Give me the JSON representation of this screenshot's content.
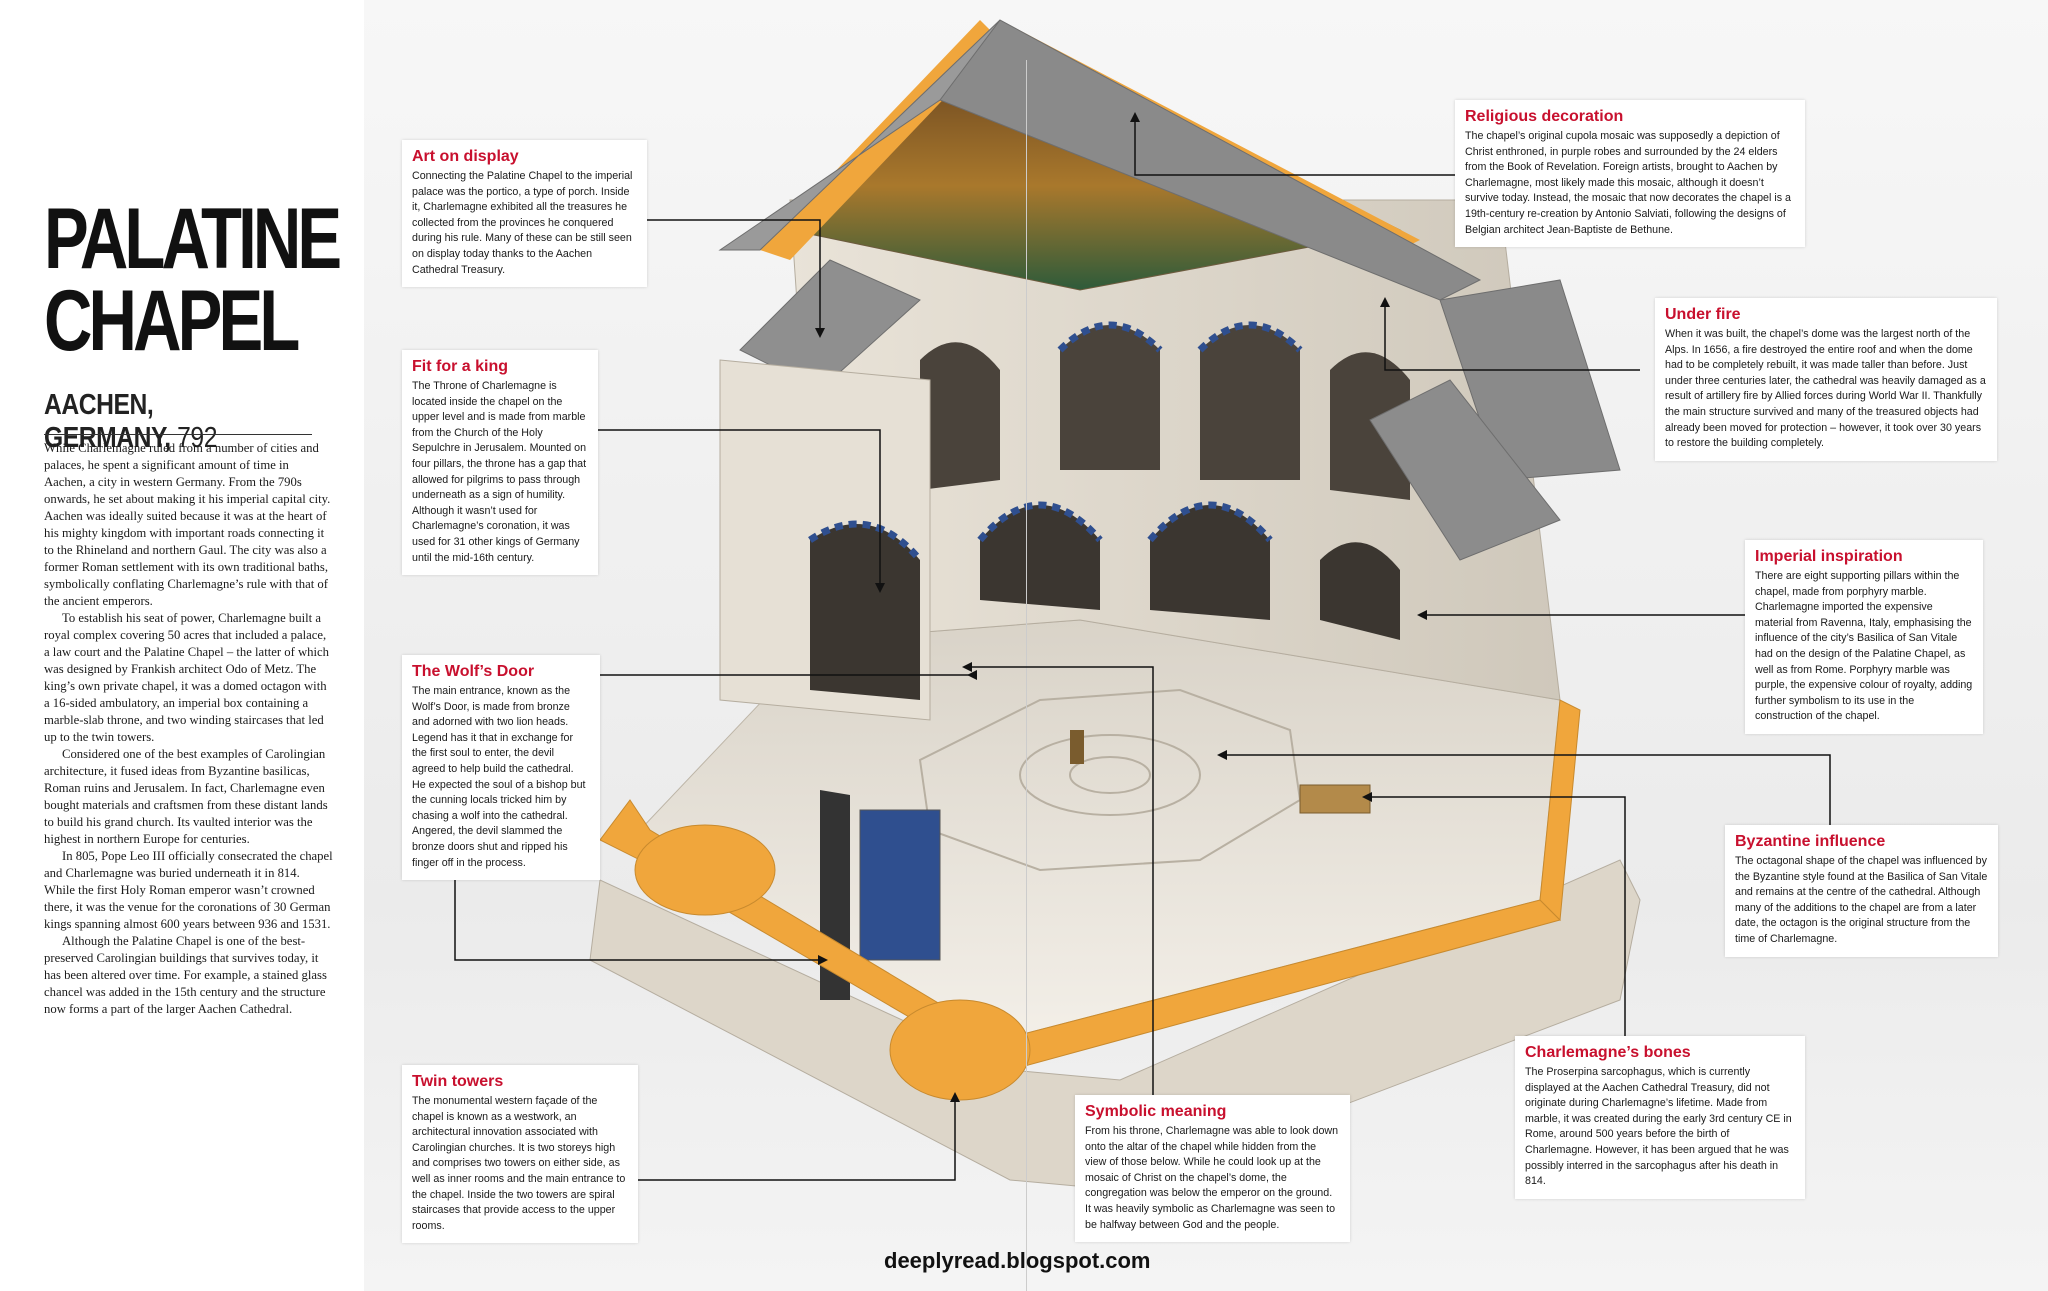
{
  "title_lines": [
    "PALATINE",
    "CHAPEL"
  ],
  "subtitle": {
    "place": "AACHEN, GERMANY,",
    "year": "792"
  },
  "intro_paragraphs": [
    "While Charlemagne ruled from a number of cities and palaces, he spent a significant amount of time in Aachen, a city in western Germany. From the 790s onwards, he set about making it his imperial capital city. Aachen was ideally suited because it was at the heart of his mighty kingdom with important roads connecting it to the Rhineland and northern Gaul. The city was also a former Roman settlement with its own traditional baths, symbolically conflating Charlemagne’s rule with that of the ancient emperors.",
    "To establish his seat of power, Charlemagne built a royal complex covering 50 acres that included a palace, a law court and the Palatine Chapel – the latter of which was designed by Frankish architect Odo of Metz. The king’s own private chapel, it was a domed octagon with a 16-sided ambulatory, an imperial box containing a marble-slab throne, and two winding staircases that led up to the twin towers.",
    "Considered one of the best examples of Carolingian architecture, it fused ideas from Byzantine basilicas, Roman ruins and Jerusalem. In fact, Charlemagne even bought materials and craftsmen from these distant lands to build his grand church. Its vaulted interior was the highest in northern Europe for centuries.",
    "In 805, Pope Leo III officially consecrated the chapel and Charlemagne was buried underneath it in 814. While the first Holy Roman emperor wasn’t crowned there, it was the venue for the coronations of 30 German kings spanning almost 600 years between 936 and 1531.",
    "Although the Palatine Chapel is one of the best-preserved Carolingian buildings that survives today, it has been altered over time. For example, a stained glass chancel was added in the 15th century and the structure now forms a part of the larger Aachen Cathedral."
  ],
  "callouts": {
    "art_on_display": {
      "heading": "Art on display",
      "text": "Connecting the Palatine Chapel to the imperial palace was the portico, a type of porch. Inside it, Charlemagne exhibited all the treasures he collected from the provinces he conquered during his rule. Many of these can be still seen on display today thanks to the Aachen Cathedral Treasury."
    },
    "fit_for_a_king": {
      "heading": "Fit for a king",
      "text": "The Throne of Charlemagne is located inside the chapel on the upper level and is made from marble from the Church of the Holy Sepulchre in Jerusalem. Mounted on four pillars, the throne has a gap that allowed for pilgrims to pass through underneath as a sign of humility. Although it wasn’t used for Charlemagne’s coronation, it was used for 31 other kings of Germany until the mid-16th century."
    },
    "wolfs_door": {
      "heading": "The Wolf’s Door",
      "text": "The main entrance, known as the Wolf’s Door, is made from bronze and adorned with two lion heads. Legend has it that in exchange for the first soul to enter, the devil agreed to help build the cathedral. He expected the soul of a bishop but the cunning locals tricked him by chasing a wolf into the cathedral. Angered, the devil slammed the bronze doors shut and ripped his finger off in the process."
    },
    "twin_towers": {
      "heading": "Twin towers",
      "text": "The monumental western façade of the chapel is known as a westwork, an architectural innovation associated with Carolingian churches. It is two storeys high and comprises two towers on either side, as well as inner rooms and the main entrance to the chapel. Inside the two towers are spiral staircases that provide access to the upper rooms."
    },
    "symbolic_meaning": {
      "heading": "Symbolic meaning",
      "text": "From his throne, Charlemagne was able to look down onto the altar of the chapel while hidden from the view of those below. While he could look up at the mosaic of Christ on the chapel’s dome, the congregation was below the emperor on the ground. It was heavily symbolic as Charlemagne was seen to be halfway between God and the people."
    },
    "religious_decoration": {
      "heading": "Religious decoration",
      "text": "The chapel’s original cupola mosaic was supposedly a depiction of Christ enthroned, in purple robes and surrounded by the 24 elders from the Book of Revelation. Foreign artists, brought to Aachen by Charlemagne, most likely made this mosaic, although it doesn’t survive today. Instead, the mosaic that now decorates the chapel is a 19th-century re-creation by Antonio Salviati, following the designs of Belgian architect Jean-Baptiste de Bethune."
    },
    "under_fire": {
      "heading": "Under fire",
      "text": "When it was built, the chapel’s dome was the largest north of the Alps. In 1656, a fire destroyed the entire roof and when the dome had to be completely rebuilt, it was made taller than before. Just under three centuries later, the cathedral was heavily damaged as a result of artillery fire by Allied forces during World War II. Thankfully the main structure survived and many of the treasured objects had already been moved for protection – however, it took over 30 years to restore the building completely."
    },
    "imperial_inspiration": {
      "heading": "Imperial inspiration",
      "text": "There are eight supporting pillars within the chapel, made from porphyry marble. Charlemagne imported the expensive material from Ravenna, Italy, emphasising the influence of the city’s Basilica of San Vitale had on the design of the Palatine Chapel, as well as from Rome. Porphyry marble was purple, the expensive colour of royalty, adding further symbolism to its use in the construction of the chapel."
    },
    "byzantine_influence": {
      "heading": "Byzantine influence",
      "text": "The octagonal shape of the chapel was influenced by the Byzantine style found at the Basilica of San Vitale and remains at the centre of the cathedral. Although many of the additions to the chapel are from a later date, the octagon is the original structure from the time of Charlemagne."
    },
    "charlemagnes_bones": {
      "heading": "Charlemagne’s bones",
      "text": "The Proserpina sarcophagus, which is currently displayed at the Aachen Cathedral Treasury, did not originate during Charlemagne’s lifetime. Made from marble, it was created during the early 3rd century CE in Rome, around 500 years before the birth of Charlemagne. However, it has been argued that he was possibly interred in the sarcophagus after his death in 814."
    }
  },
  "credit": "deeplyread.blogspot.com",
  "colors": {
    "accent_red": "#c8102e",
    "wall_orange": "#f0a63c",
    "roof_grey": "#8a8a8a",
    "marble": "#ece7de",
    "stripe_blue": "#2f4f8f"
  }
}
